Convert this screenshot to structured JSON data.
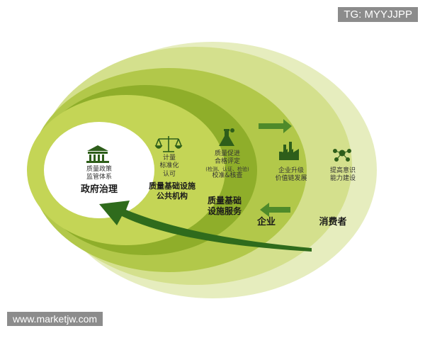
{
  "diagram": {
    "core": {
      "sub_lines": [
        "质量政策",
        "监管体系"
      ],
      "title": "政府治理"
    },
    "ring1": {
      "sub_lines": [
        "计量",
        "标准化",
        "认可"
      ],
      "title_lines": [
        "质量基础设施",
        "公共机构"
      ]
    },
    "ring2": {
      "sub_lines": [
        "质量促进",
        "合格评定"
      ],
      "tiny_line": "(检测、认证、检验)",
      "sub_bottom": "校准&核查",
      "title_lines": [
        "质量基础",
        "设施服务"
      ]
    },
    "ring3": {
      "sub_lines": [
        "企业升级",
        "价值链发展"
      ],
      "title": "企业"
    },
    "ring4": {
      "sub_lines": [
        "提高意识",
        "能力建设"
      ],
      "title": "消费者"
    }
  },
  "colors": {
    "ring_outer": "#e6edbe",
    "ring4": "#d4e08d",
    "ring3": "#b2c84a",
    "ring2": "#8fae2a",
    "core": "#ffffff",
    "arrow": "#2f6b1c",
    "icon": "#2e5e1a"
  },
  "icons": {
    "core": "government-building-icon",
    "ring1": "balance-scale-icon",
    "ring2": "lab-flask-icon",
    "ring3": "factory-icon",
    "ring4": "people-network-icon"
  },
  "watermarks": {
    "top_right": "TG: MYYJJPP",
    "bottom_left": "www.marketjw.com"
  }
}
